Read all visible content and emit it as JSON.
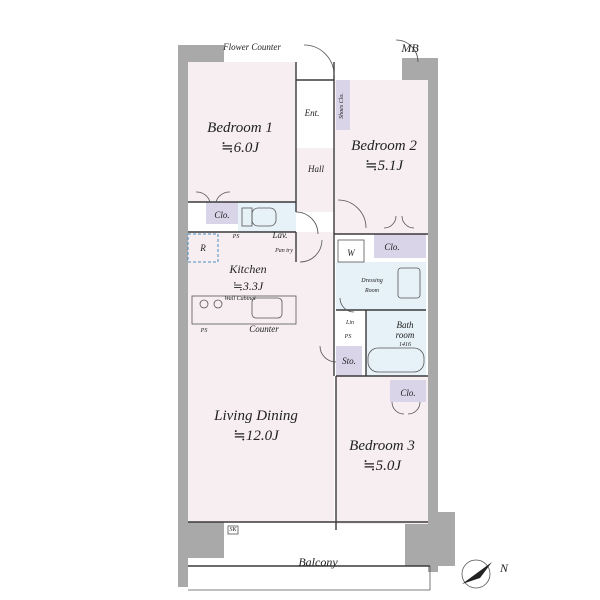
{
  "rooms": {
    "bedroom1": {
      "name": "Bedroom 1",
      "area": "≒6.0J"
    },
    "bedroom2": {
      "name": "Bedroom 2",
      "area": "≒5.1J"
    },
    "bedroom3": {
      "name": "Bedroom 3",
      "area": "≒5.0J"
    },
    "kitchen": {
      "name": "Kitchen",
      "area": "≒3.3J"
    },
    "living": {
      "name": "Living Dining",
      "area": "≒12.0J"
    }
  },
  "labels": {
    "flower_counter": "Flower Counter",
    "mb": "MB",
    "ent": "Ent.",
    "shoes": "Shoes Clo.",
    "hall": "Hall",
    "clo": "Clo.",
    "lav": "Lav.",
    "pan_try": "Pan try",
    "ps": "PS",
    "r": "R",
    "w": "W",
    "dressing1": "Dressing",
    "dressing2": "Room",
    "lin": "Lin",
    "bath1": "Bath",
    "bath2": "room",
    "bath_size": "1416",
    "sto": "Sto.",
    "counter": "Counter",
    "wall_cabinet": "Wall Cabinet",
    "balcony": "Balcony",
    "sk": "SK",
    "north": "N"
  }
}
